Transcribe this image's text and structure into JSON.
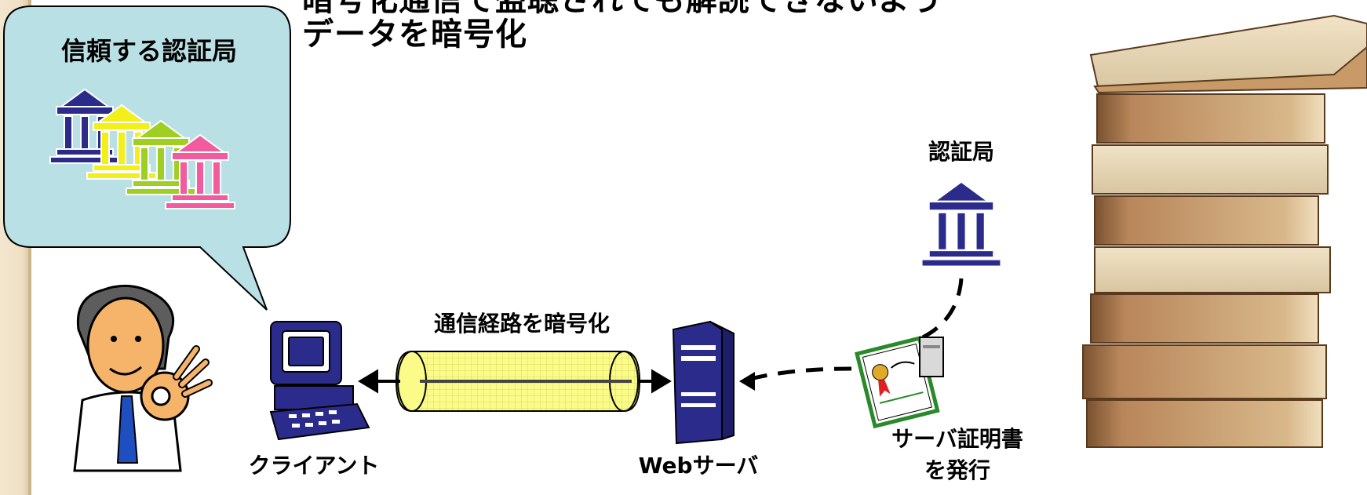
{
  "slide": {
    "title_line1": "暗号化通信で盗聴されても解読できないよう",
    "title_line2": "データを暗号化"
  },
  "bubble": {
    "title": "信頼する認証局"
  },
  "labels": {
    "channel": "通信経路を暗号化",
    "client": "クライアント",
    "web_server": "Webサーバ",
    "certificate_authority": "認証局",
    "issue_line1": "サーバ証明書",
    "issue_line2": "を発行"
  },
  "colors": {
    "ca_navy": "#2b2b8c",
    "ca_yellow": "#f2ef1a",
    "ca_green": "#9fcf22",
    "ca_pink": "#f25b9e",
    "bubble_fill": "#b9e0e4",
    "tunnel_fill": "#fbfb8a"
  }
}
